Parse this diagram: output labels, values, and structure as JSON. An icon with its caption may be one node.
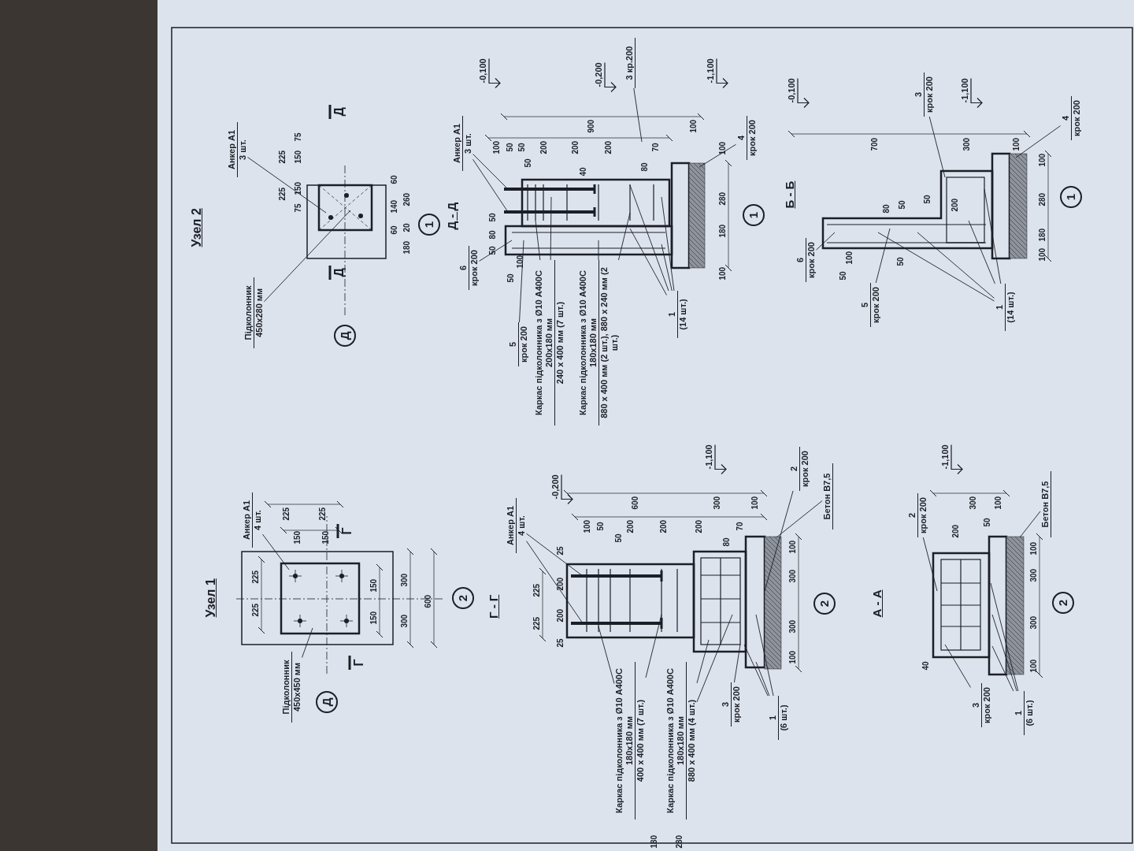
{
  "diagram": {
    "nodes": [
      {
        "text": [
          "Д"
        ]
      },
      {
        "text": [
          "Підколонник",
          "450x450 мм"
        ]
      },
      {
        "text": [
          "Анкер А1",
          "4 шт."
        ]
      },
      {
        "text": [
          "2"
        ]
      },
      {
        "text": [
          "Анкер А1",
          "4 шт."
        ]
      },
      {
        "text": [
          "Каркас підколонника з Ø10 А400С 180x180 мм",
          "400 x 400 мм (7 шт.)"
        ]
      },
      {
        "text": [
          "Каркас підколонника з Ø10 А400С 180x180 мм",
          "880 x 400 мм (4 шт.)"
        ]
      },
      {
        "text": [
          "3",
          "крок 200"
        ]
      },
      {
        "text": [
          "1",
          "(6 шт.)"
        ]
      },
      {
        "text": [
          "2",
          "крок 200"
        ]
      },
      {
        "text": [
          "Бетон В7,5"
        ]
      },
      {
        "text": [
          "2"
        ]
      },
      {
        "text": [
          "2",
          "крок 200"
        ]
      },
      {
        "text": [
          "3",
          "крок 200"
        ]
      },
      {
        "text": [
          "1",
          "(6 шт.)"
        ]
      },
      {
        "text": [
          "2"
        ]
      },
      {
        "text": [
          "Бетон В7,5"
        ]
      },
      {
        "text": [
          "Анкер А1",
          "3 шт."
        ]
      },
      {
        "text": [
          "Підколонник",
          "450x280 мм"
        ]
      },
      {
        "text": [
          "Д"
        ]
      },
      {
        "text": [
          "1"
        ]
      },
      {
        "text": [
          "Анкер А1",
          "3 шт."
        ]
      },
      {
        "text": [
          "6",
          "крок 200"
        ]
      },
      {
        "text": [
          "5",
          "крок 200"
        ]
      },
      {
        "text": [
          "Каркас підколонника з Ø10 А400С 200x180 мм",
          "240 x 400 мм (7 шт.)"
        ]
      },
      {
        "text": [
          "Каркас підколонника з Ø10 А400С 180x180 мм",
          "880 x 400 мм (2 шт.), 880 x 240 мм (2 шт.)"
        ]
      },
      {
        "text": [
          "1",
          "(14 шт.)"
        ]
      },
      {
        "text": [
          "4",
          "крок 200"
        ]
      },
      {
        "text": [
          "1"
        ]
      },
      {
        "text": [
          "6",
          "крок 200"
        ]
      },
      {
        "text": [
          "5",
          "крок 200"
        ]
      },
      {
        "text": [
          "3",
          "крок 200"
        ]
      },
      {
        "text": [
          "1",
          "(14 шт.)"
        ]
      },
      {
        "text": [
          "4",
          "крок 200"
        ]
      },
      {
        "text": [
          "1"
        ]
      },
      {
        "text": [
          "3 кр.200"
        ]
      },
      {
        "text": [],
        "shape": "picture"
      },
      {
        "text": [],
        "shape": "picture"
      },
      {
        "text": [],
        "shape": "picture"
      },
      {
        "text": [],
        "shape": "picture"
      },
      {
        "text": [],
        "shape": "picture"
      },
      {
        "text": [],
        "shape": "picture"
      }
    ],
    "edges": [
      {
        "from": 1,
        "to": 36,
        "arrow": "none"
      },
      {
        "from": 2,
        "to": 36,
        "arrow": "none"
      },
      {
        "from": 4,
        "to": 37,
        "arrow": "none"
      },
      {
        "from": 4,
        "to": 37,
        "arrow": "none"
      },
      {
        "from": 5,
        "to": 37,
        "arrow": "none"
      },
      {
        "from": 5,
        "to": 37,
        "arrow": "none"
      },
      {
        "from": 6,
        "to": 37,
        "arrow": "none"
      },
      {
        "from": 6,
        "to": 37,
        "arrow": "none"
      },
      {
        "from": 7,
        "to": 37,
        "arrow": "none"
      },
      {
        "from": 8,
        "to": 37,
        "arrow": "none"
      },
      {
        "from": 8,
        "to": 37,
        "arrow": "none"
      },
      {
        "from": 8,
        "to": 37,
        "arrow": "none"
      },
      {
        "from": 9,
        "to": 37,
        "arrow": "none"
      },
      {
        "from": 10,
        "to": 37,
        "arrow": "none"
      },
      {
        "from": 12,
        "to": 38,
        "arrow": "none"
      },
      {
        "from": 13,
        "to": 38,
        "arrow": "none"
      },
      {
        "from": 14,
        "to": 38,
        "arrow": "none"
      },
      {
        "from": 14,
        "to": 38,
        "arrow": "none"
      },
      {
        "from": 14,
        "to": 38,
        "arrow": "none"
      },
      {
        "from": 16,
        "to": 38,
        "arrow": "none"
      },
      {
        "from": 17,
        "to": 39,
        "arrow": "none"
      },
      {
        "from": 18,
        "to": 39,
        "arrow": "none"
      },
      {
        "from": 21,
        "to": 40,
        "arrow": "none"
      },
      {
        "from": 21,
        "to": 40,
        "arrow": "none"
      },
      {
        "from": 22,
        "to": 40,
        "arrow": "none"
      },
      {
        "from": 23,
        "to": 40,
        "arrow": "none"
      },
      {
        "from": 24,
        "to": 40,
        "arrow": "none"
      },
      {
        "from": 24,
        "to": 40,
        "arrow": "none"
      },
      {
        "from": 25,
        "to": 40,
        "arrow": "none"
      },
      {
        "from": 25,
        "to": 40,
        "arrow": "none"
      },
      {
        "from": 26,
        "to": 40,
        "arrow": "none"
      },
      {
        "from": 26,
        "to": 40,
        "arrow": "none"
      },
      {
        "from": 26,
        "to": 40,
        "arrow": "none"
      },
      {
        "from": 26,
        "to": 40,
        "arrow": "none"
      },
      {
        "from": 27,
        "to": 40,
        "arrow": "none"
      },
      {
        "from": 35,
        "to": 40,
        "arrow": "none"
      },
      {
        "from": 29,
        "to": 41,
        "arrow": "none"
      },
      {
        "from": 30,
        "to": 41,
        "arrow": "none"
      },
      {
        "from": 31,
        "to": 41,
        "arrow": "none"
      },
      {
        "from": 32,
        "to": 41,
        "arrow": "none"
      },
      {
        "from": 32,
        "to": 41,
        "arrow": "none"
      },
      {
        "from": 32,
        "to": 41,
        "arrow": "none"
      },
      {
        "from": 32,
        "to": 41,
        "arrow": "none"
      },
      {
        "from": 33,
        "to": 41,
        "arrow": "none"
      }
    ],
    "labels": [
      "Узел 1",
      "Г",
      "Г",
      "225",
      "225",
      "225",
      "225",
      "150",
      "150",
      "150",
      "150",
      "300",
      "300",
      "600",
      "Г - Г",
      "225",
      "225",
      "25",
      "200",
      "200",
      "25",
      "-0,200",
      "100",
      "50",
      "50",
      "200",
      "200",
      "200",
      "80",
      "70",
      "600",
      "300",
      "100",
      "-1,100",
      "100",
      "300",
      "300",
      "100",
      "А - А",
      "40",
      "200",
      "50",
      "300",
      "100",
      "-1,100",
      "100",
      "300",
      "300",
      "100",
      "180",
      "280",
      "Узел 2",
      "Д",
      "Д",
      "225",
      "225",
      "75",
      "150",
      "150",
      "75",
      "60",
      "140",
      "60",
      "180",
      "20",
      "260",
      "Д - Д",
      "-0,100",
      "-0,200",
      "-1,100",
      "100",
      "50",
      "50",
      "50",
      "200",
      "200",
      "200",
      "40",
      "80",
      "70",
      "900",
      "100",
      "50",
      "80",
      "50",
      "50",
      "100",
      "100",
      "180",
      "280",
      "100",
      "Б - Б",
      "-0,100",
      "700",
      "300",
      "100",
      "-1,100",
      "50",
      "100",
      "50",
      "80",
      "50",
      "50",
      "200",
      "100",
      "180",
      "280",
      "100"
    ]
  }
}
